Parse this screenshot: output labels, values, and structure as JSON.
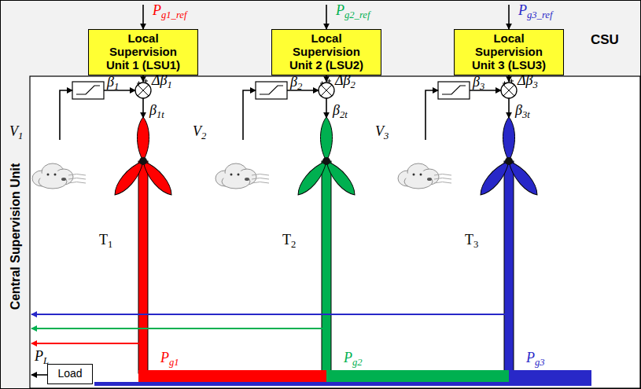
{
  "diagram": {
    "nodes": [
      {
        "text": [
          "Central Supervision Unit",
          "CSU"
        ]
      },
      {
        "text": [
          "Local Supervision Unit 1 (LSU1)"
        ],
        "in": 0
      },
      {
        "text": [
          "Local Supervision Unit 2 (LSU2)"
        ],
        "in": 0
      },
      {
        "text": [
          "Local Supervision Unit 3 (LSU3)"
        ],
        "in": 0
      },
      {
        "text": [
          "Load"
        ],
        "in": 0
      }
    ],
    "labels": [
      "Pg1_ref",
      "Pg2_ref",
      "Pg3_ref",
      "Δβ1",
      "β1",
      "V1",
      "β1t",
      "Δβ2",
      "β2",
      "V2",
      "β2t",
      "Δβ3",
      "β3",
      "V3",
      "β3t",
      "T1",
      "T2",
      "T3",
      "PL",
      "Pg1",
      "Pg2",
      "Pg3"
    ]
  }
}
